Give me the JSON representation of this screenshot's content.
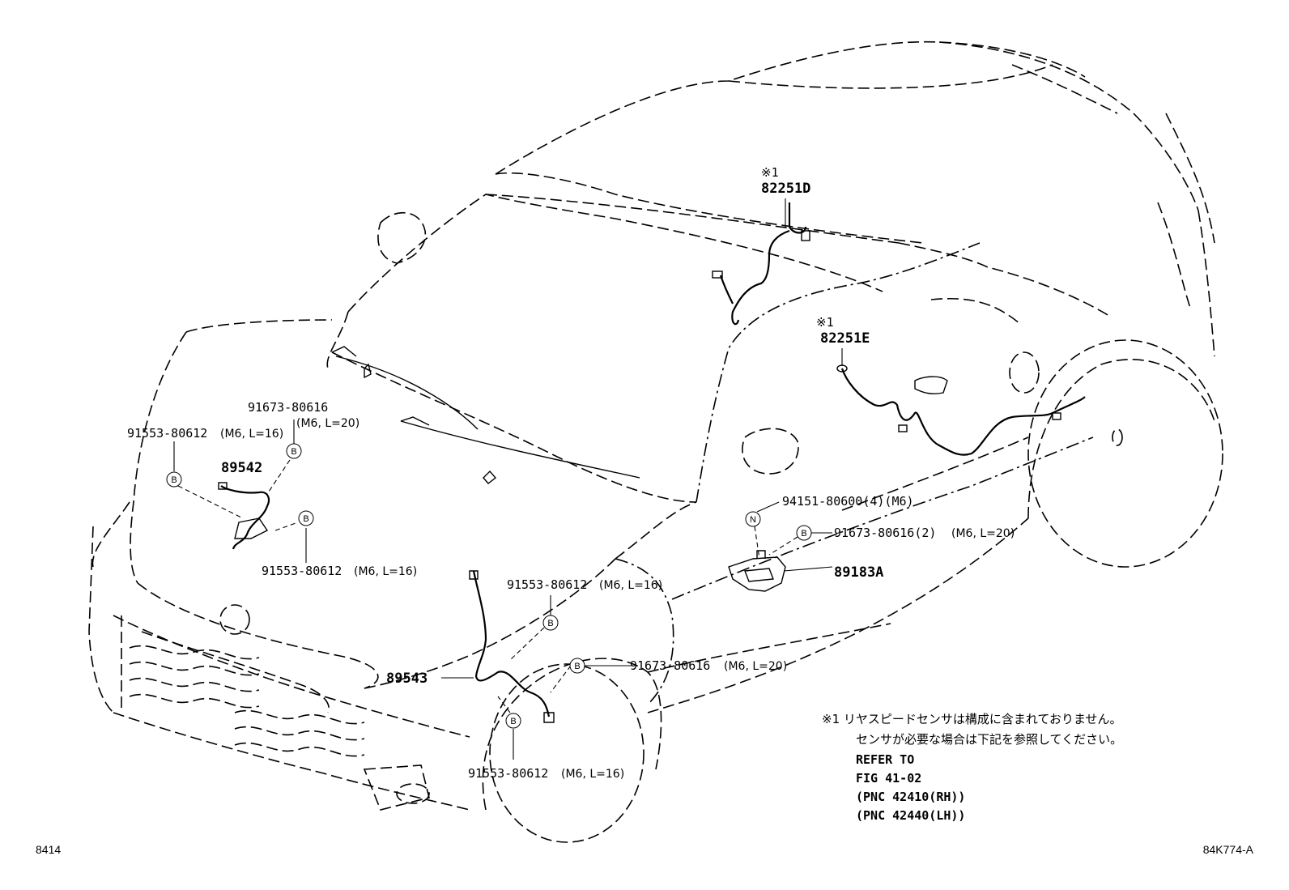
{
  "labels": {
    "p82251d_mark": "※1",
    "p82251d": "82251D",
    "p82251e_mark": "※1",
    "p82251e": "82251E",
    "p91673_top": "91673-80616",
    "p91673_top_spec": "(M6, L=20)",
    "p91553_left": "91553-80612",
    "p91553_left_spec": "(M6, L=16)",
    "p89542": "89542",
    "p91553_mid": "91553-80612",
    "p91553_mid_spec": "(M6, L=16)",
    "p94151": "94151-80600(4)(M6)",
    "p91673_right": "91673-80616(2)",
    "p91673_right_spec": "(M6, L=20)",
    "p89183a": "89183A",
    "p91553_front": "91553-80612",
    "p91553_front_spec": "(M6, L=16)",
    "p89543": "89543",
    "p91673_front": "91673-80616",
    "p91673_front_spec": "(M6, L=20)",
    "p91553_bottom": "91553-80612",
    "p91553_bottom_spec": "(M6, L=16)"
  },
  "callouts": {
    "bolt_b": "B",
    "nut_n": "N"
  },
  "note": {
    "line1": "※1 リヤスピードセンサは構成に含まれておりません。",
    "line2": "センサが必要な場合は下記を参照してください。",
    "line3": "REFER TO",
    "line4": "FIG 41-02",
    "line5": "(PNC 42410(RH))",
    "line6": "(PNC 42440(LH))"
  },
  "corners": {
    "bottom_left": "8414",
    "bottom_right": "84K774-A"
  }
}
